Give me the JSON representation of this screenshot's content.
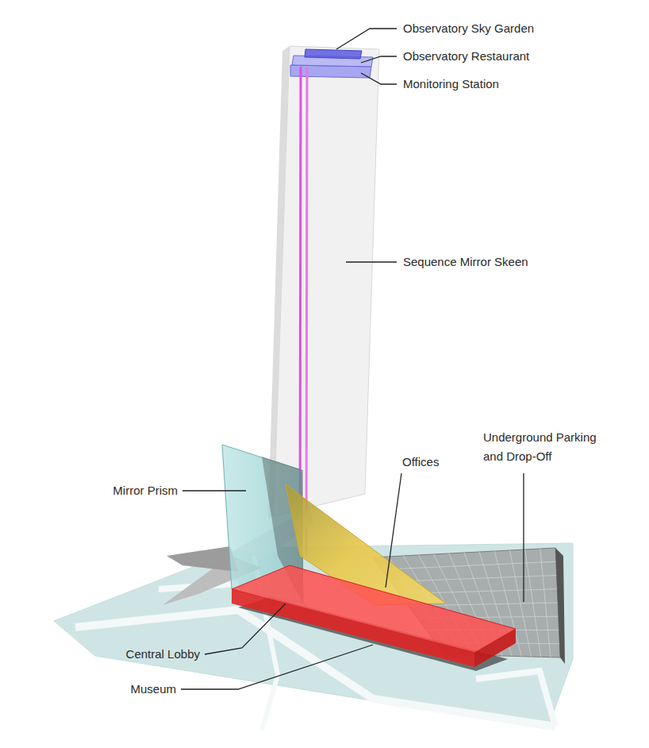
{
  "diagram": {
    "labels": [
      "Observatory Sky Garden",
      "Observatory Restaurant",
      "Monitoring Station",
      "Sequence Mirror Skeen",
      "Underground Parking and Drop-Off",
      "Offices",
      "Mirror Prism",
      "Central Lobby",
      "Museum"
    ]
  }
}
